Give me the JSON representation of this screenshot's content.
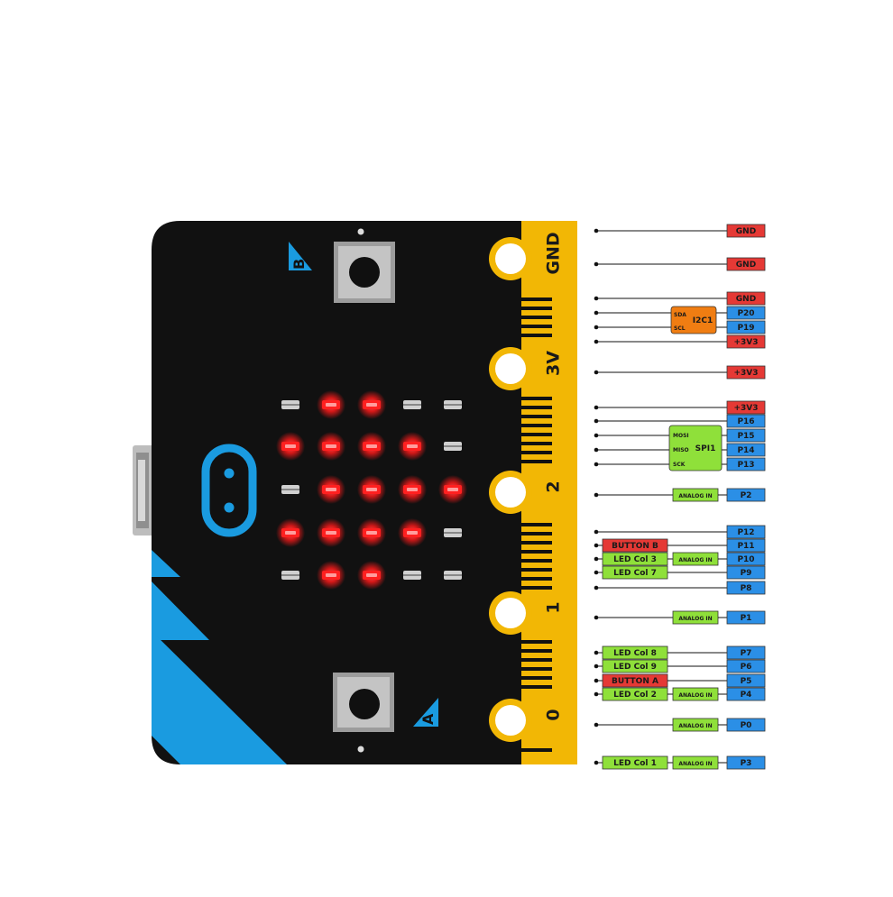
{
  "board": {
    "buttons": {
      "b": "B",
      "a": "A"
    },
    "edge_pins": [
      "GND",
      "3V",
      "2",
      "1",
      "0"
    ],
    "led_matrix": [
      [
        0,
        1,
        1,
        0,
        0
      ],
      [
        1,
        1,
        1,
        1,
        0
      ],
      [
        0,
        1,
        1,
        1,
        1
      ],
      [
        1,
        1,
        1,
        1,
        0
      ],
      [
        0,
        1,
        1,
        0,
        0
      ]
    ]
  },
  "pinout": {
    "i2c": {
      "label": "I2C1",
      "sda": "SDA",
      "scl": "SCL"
    },
    "spi": {
      "label": "SPI1",
      "mosi": "MOSI",
      "miso": "MISO",
      "sck": "SCK"
    },
    "rows": [
      {
        "pin": "GND"
      },
      {
        "pin": "GND"
      },
      {
        "pin": "GND"
      },
      {
        "pin": "P20"
      },
      {
        "pin": "P19"
      },
      {
        "pin": "+3V3"
      },
      {
        "pin": "+3V3"
      },
      {
        "pin": "+3V3"
      },
      {
        "pin": "P16"
      },
      {
        "pin": "P15"
      },
      {
        "pin": "P14"
      },
      {
        "pin": "P13"
      },
      {
        "pin": "P2",
        "analog": "ANALOG IN"
      },
      {
        "pin": "P12"
      },
      {
        "pin": "P11",
        "func": "BUTTON B"
      },
      {
        "pin": "P10",
        "func": "LED Col 3",
        "analog": "ANALOG IN"
      },
      {
        "pin": "P9",
        "func": "LED Col 7"
      },
      {
        "pin": "P8"
      },
      {
        "pin": "P1",
        "analog": "ANALOG IN"
      },
      {
        "pin": "P7",
        "func": "LED Col 8"
      },
      {
        "pin": "P6",
        "func": "LED Col 9"
      },
      {
        "pin": "P5",
        "func": "BUTTON A"
      },
      {
        "pin": "P4",
        "func": "LED Col 2",
        "analog": "ANALOG IN"
      },
      {
        "pin": "P0",
        "analog": "ANALOG IN"
      },
      {
        "pin": "P3",
        "func": "LED Col 1",
        "analog": "ANALOG IN"
      }
    ]
  },
  "colors": {
    "board": "#111111",
    "gold": "#f2b705",
    "accent_blue": "#1a9be0",
    "led_on": "#ff1a1a",
    "gnd_red": "#e53935",
    "pin_blue": "#2b8fe6",
    "func_green": "#8fe03a",
    "i2c_orange": "#f07d12"
  }
}
